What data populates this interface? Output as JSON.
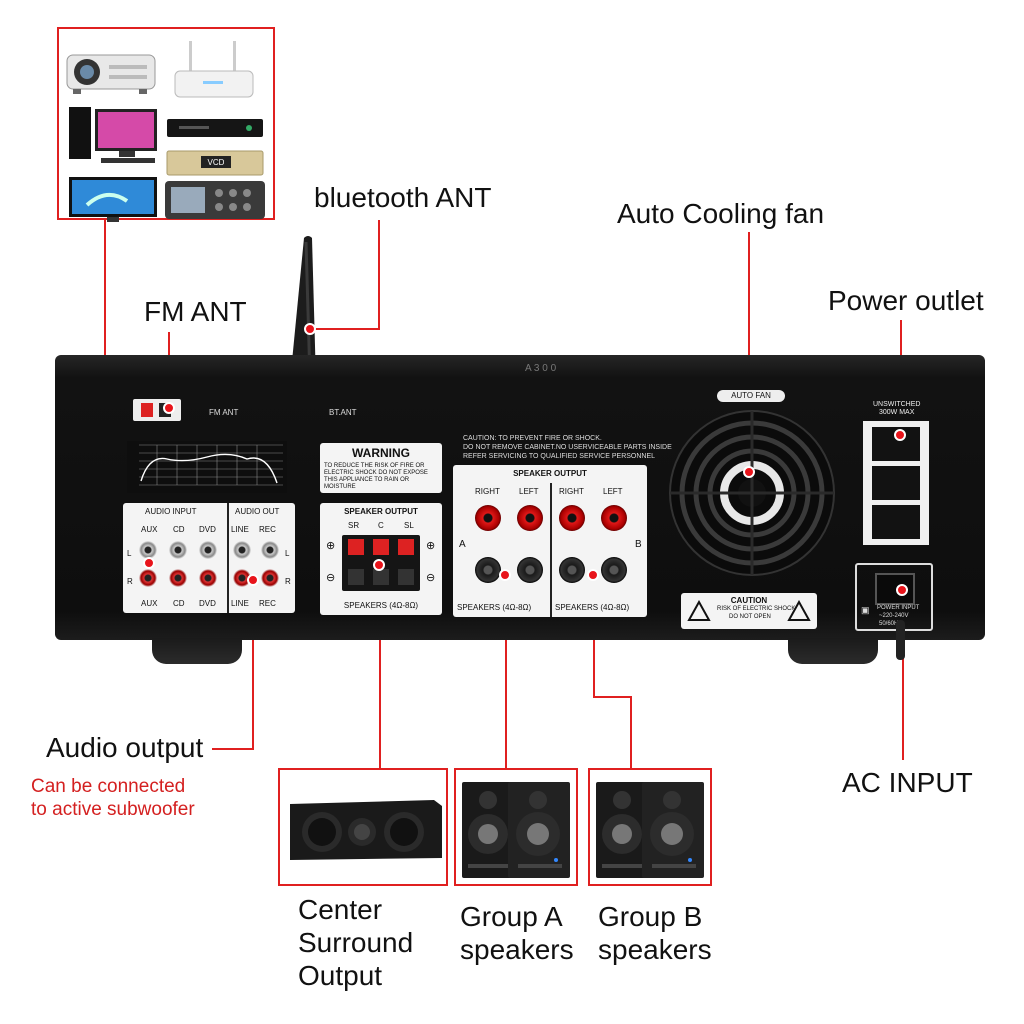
{
  "callouts": {
    "bluetooth_ant": "bluetooth ANT",
    "fm_ant": "FM ANT",
    "auto_cooling_fan": "Auto Cooling fan",
    "power_outlet": "Power outlet",
    "audio_output": "Audio output",
    "audio_output_note_1": "Can be connected",
    "audio_output_note_2": "to active subwoofer",
    "ac_input": "AC INPUT",
    "center_1": "Center",
    "center_2": "Surround",
    "center_3": "Output",
    "group_a_1": "Group A",
    "group_a_2": "speakers",
    "group_b_1": "Group B",
    "group_b_2": "speakers"
  },
  "panel": {
    "model": "A 3 0 0",
    "fm_ant": "FM ANT",
    "bt_ant": "BT.ANT",
    "warning_title": "WARNING",
    "warning_text": "TO REDUCE THE RISK OF FIRE OR ELECTRIC SHOCK DO NOT EXPOSE THIS APPLIANCE TO RAIN OR MOISTURE",
    "caution_text_1": "CAUTION: TO PREVENT FIRE OR SHOCK.",
    "caution_text_2": "DO NOT REMOVE CABINET.NO USERVICEABLE PARTS INSIDE",
    "caution_text_3": "REFER SERVICING TO QUALIFIED SERVICE PERSONNEL",
    "audio_input": "AUDIO INPUT",
    "audio_out": "AUDIO OUT",
    "aux": "AUX",
    "cd": "CD",
    "dvd": "DVD",
    "line": "LINE",
    "rec": "REC",
    "l": "L",
    "r": "R",
    "speaker_output": "SPEAKER OUTPUT",
    "sr": "SR",
    "c": "C",
    "sl": "SL",
    "speakers_rating": "SPEAKERS (4Ω-8Ω)",
    "right": "RIGHT",
    "left": "LEFT",
    "a": "A",
    "b": "B",
    "auto_fan": "AUTO FAN",
    "unswitched": "UNSWITCHED",
    "max_watt": "300W MAX",
    "caution_small": "CAUTION",
    "caution_small_2": "RISK OF ELECTRIC SHOCK",
    "caution_small_3": "DO NOT OPEN",
    "power_input_1": "POWER INPUT",
    "power_input_2": "~220-240V",
    "power_input_3": "50/60Hz",
    "vcd": "VCD"
  },
  "colors": {
    "accent_red": "#e02020",
    "chassis": "#121212"
  }
}
